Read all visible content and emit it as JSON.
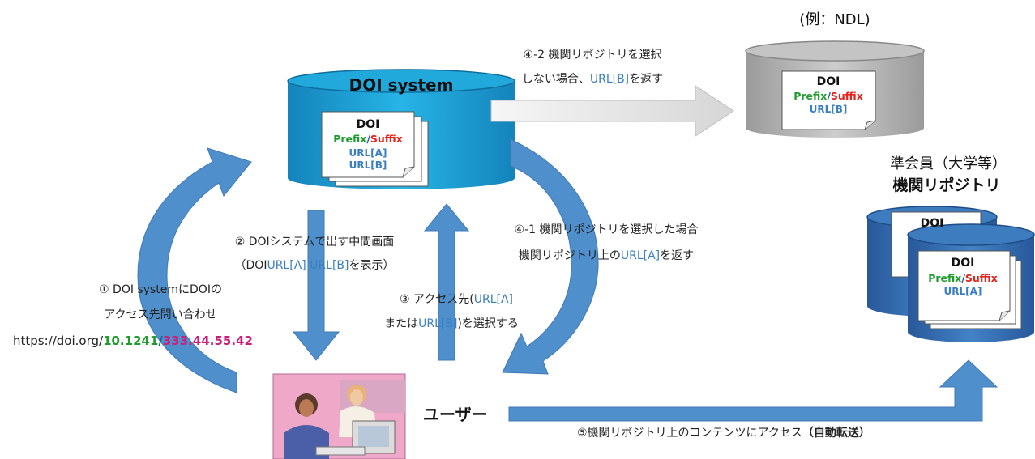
{
  "doi_system": {
    "title": "DOI system",
    "doc": {
      "title": "DOI",
      "prefix": "Prefix",
      "slash": "/",
      "suffix": "Suffix",
      "url_a": "URL[A]",
      "url_b": "URL[B]"
    }
  },
  "ndl": {
    "caption": "(例：NDL)",
    "doc": {
      "title": "DOI",
      "prefix": "Prefix",
      "slash": "/",
      "suffix": "Suffix",
      "url_b": "URL[B]"
    }
  },
  "repository": {
    "caption_line1": "準会員（大学等）",
    "caption_line2": "機関リポジトリ",
    "back_doc_title": "DOI",
    "doc": {
      "title": "DOI",
      "prefix": "Prefix",
      "slash": "/",
      "suffix": "Suffix",
      "url_a": "URL[A]"
    }
  },
  "user_label": "ユーザー",
  "steps": {
    "step1_line1": "① DOI systemにDOIの",
    "step1_line2": "アクセス先問い合わせ",
    "step1_url_base": "https://doi.org/",
    "step1_prefix": "10.1241",
    "step1_slash": "/",
    "step1_suffix": "333.44.55.42",
    "step2_line1": "② DOIシステムで出す中間画面",
    "step2_line2_a": "（DOI",
    "step2_line2_urla": "URL[A] URL[B]",
    "step2_line2_b": "を表示）",
    "step3_line1_a": "③ アクセス先(",
    "step3_line1_url": "URL[A]",
    "step3_line2_a": "または",
    "step3_line2_url": "URL[B]",
    "step3_line2_b": ")を選択する",
    "step41_line1": "④-1 機関リポジトリを選択した場合",
    "step41_line2_a": "機関リポジトリ上の",
    "step41_line2_url": "URL[A]",
    "step41_line2_b": "を返す",
    "step42_line1": "④-2 機関リポジトリを選択",
    "step42_line2_a": "しない場合、",
    "step42_line2_url": "URL[B]",
    "step42_line2_b": "を返す",
    "step5_a": "⑤機関リポジトリ上のコンテンツにアクセス",
    "step5_b": "（自動転送）"
  },
  "colors": {
    "cylinder_cyan": "#1ea6d8",
    "cylinder_blue": "#3a72b6",
    "cylinder_gray": "#b8b8b8",
    "arrow_blue": "#4f8fcc",
    "arrow_gray": "#e4e4e4",
    "url_blue": "#3a7fbf",
    "prefix_green": "#1e9c2d",
    "suffix_red": "#e8221b",
    "suffix_magenta": "#c8207a"
  }
}
